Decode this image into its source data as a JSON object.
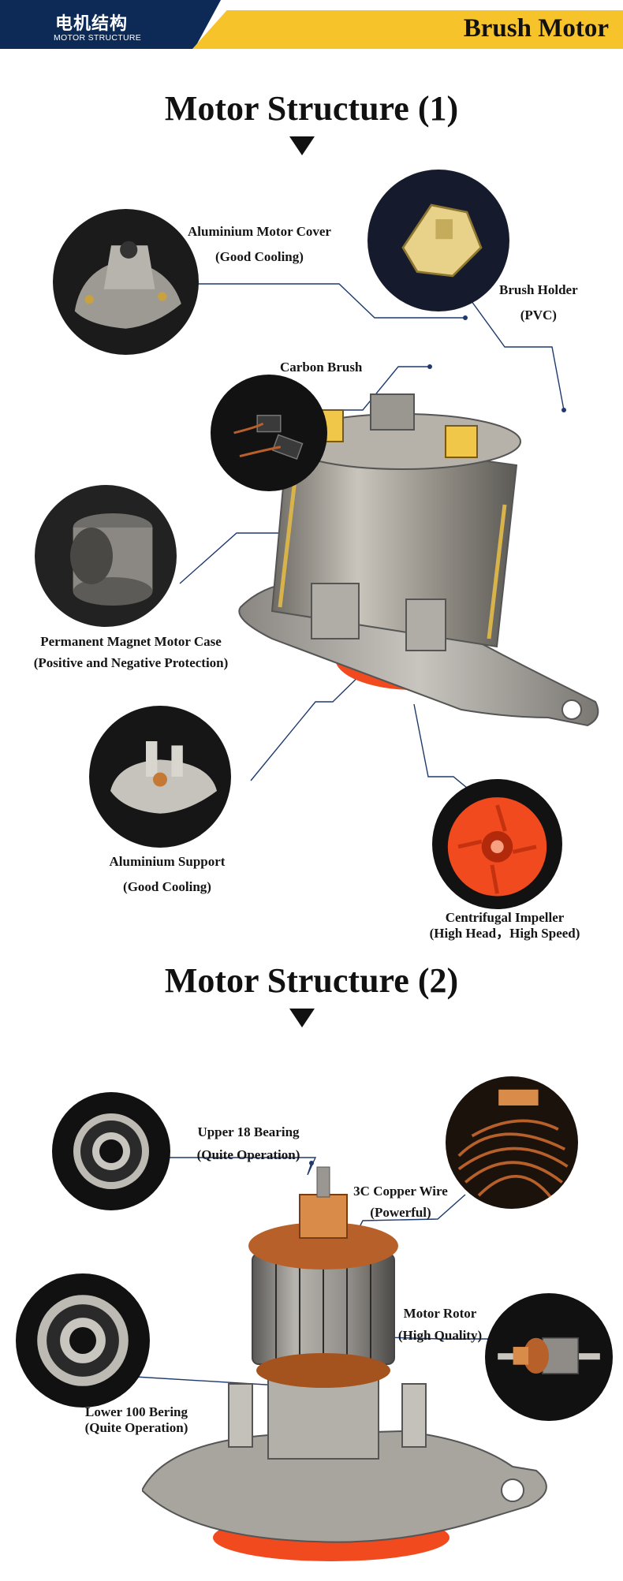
{
  "header": {
    "title_cn": "电机结构",
    "title_en": "MOTOR STRUCTURE",
    "right_title": "Brush Motor"
  },
  "section1": {
    "title": "Motor Structure (1)",
    "parts": {
      "motor_cover": {
        "name": "Aluminium Motor Cover",
        "note": "(Good Cooling)"
      },
      "brush_holder": {
        "name": "Brush Holder",
        "note": "(PVC)"
      },
      "carbon_brush": {
        "name": "Carbon Brush"
      },
      "magnet_case": {
        "name": "Permanent Magnet Motor Case",
        "note": "(Positive and Negative Protection)"
      },
      "aluminium_support": {
        "name": "Aluminium Support",
        "note": "(Good Cooling)"
      },
      "impeller": {
        "name": "Centrifugal Impeller",
        "note": "(High Head，High Speed)"
      }
    }
  },
  "section2": {
    "title": "Motor Structure (2)",
    "parts": {
      "upper_bearing": {
        "name": "Upper 18 Bearing",
        "note": "(Quite Operation)"
      },
      "copper_wire": {
        "name": "3C Copper Wire",
        "note": "(Powerful)"
      },
      "rotor": {
        "name": "Motor Rotor",
        "note": "(High Quality)"
      },
      "lower_bearing": {
        "name": "Lower 100 Bering",
        "note": "(Quite Operation)"
      }
    }
  },
  "colors": {
    "navy": "#0d2a56",
    "yellow": "#f7c32a",
    "leader_line": "#1e3a6e",
    "impeller_red": "#f04a1e",
    "copper": "#b8602a"
  }
}
